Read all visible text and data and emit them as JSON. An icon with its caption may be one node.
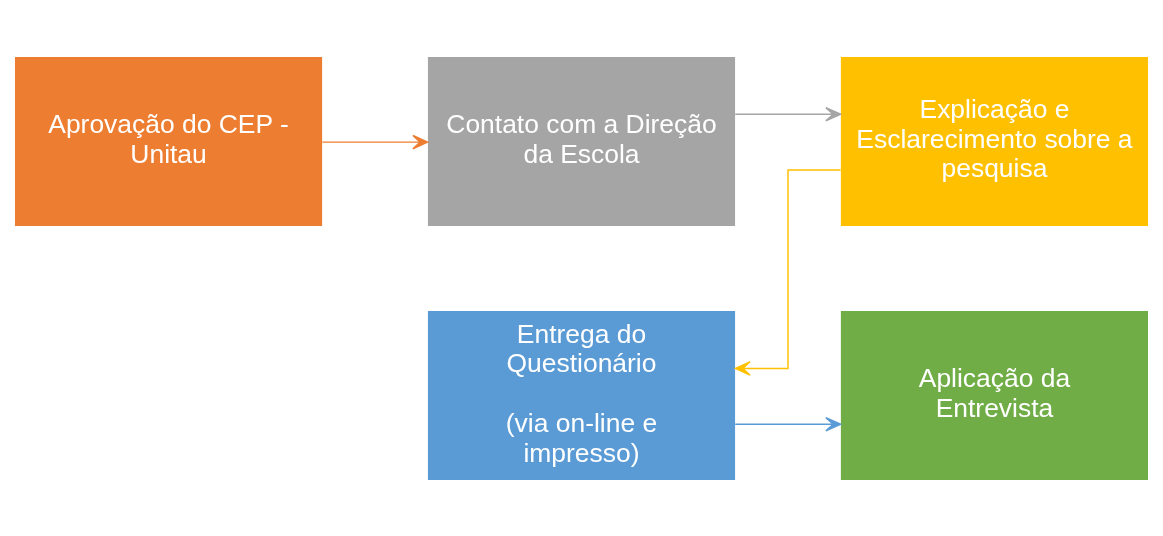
{
  "diagram": {
    "nodes": [
      {
        "text": [
          "Aprovação do CEP - Unitau"
        ]
      },
      {
        "text": [
          "Contato com a Direção da Escola"
        ]
      },
      {
        "text": [
          "Explicação e Esclarecimento sobre a pesquisa"
        ]
      },
      {
        "text": [
          "Entrega do Questionário",
          "(via on-line e impresso)"
        ]
      },
      {
        "text": [
          "Aplicação da Entrevista"
        ]
      }
    ],
    "edges": [
      {
        "from": 0,
        "to": 1,
        "arrow": "to",
        "color": "#ed7d31"
      },
      {
        "from": 1,
        "to": 2,
        "arrow": "to",
        "color": "#a5a5a5"
      },
      {
        "from": 2,
        "to": 3,
        "arrow": "to",
        "color": "#ffc000"
      },
      {
        "from": 3,
        "to": 4,
        "arrow": "to",
        "color": "#5b9bd5"
      }
    ]
  }
}
